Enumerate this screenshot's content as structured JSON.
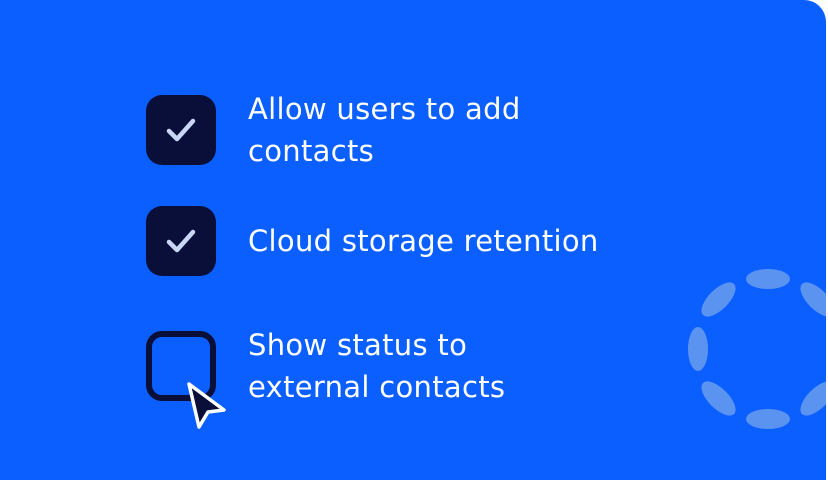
{
  "colors": {
    "background": "#0B5FFF",
    "checkbox": "#0A0F3A",
    "text": "#FFFFFF",
    "spinner": "#5B93F0"
  },
  "settings": [
    {
      "label_line1": "Allow users to add",
      "label_line2": "contacts",
      "checked": true
    },
    {
      "label_line1": "Cloud storage retention",
      "label_line2": "",
      "checked": true
    },
    {
      "label_line1": "Show status to",
      "label_line2": "external contacts",
      "checked": false
    }
  ],
  "icons": {
    "check": "check-icon",
    "cursor": "mouse-pointer-icon",
    "spinner": "loading-spinner-icon"
  }
}
